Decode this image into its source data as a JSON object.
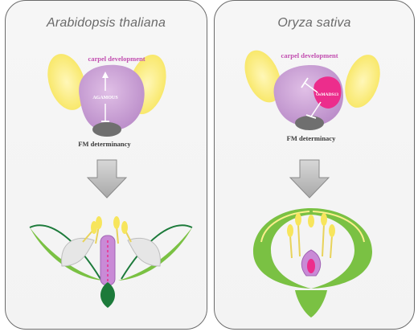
{
  "panels": {
    "left": {
      "title": "Arabidopsis thaliana",
      "carpel_label": "carpel development",
      "gene_label": "AGAMOUS",
      "fm_label": "FM determinancy"
    },
    "right": {
      "title": "Oryza sativa",
      "carpel_label": "carpel development",
      "gene_label": "OsMADS13",
      "fm_label": "FM determinacy"
    }
  },
  "colors": {
    "petal_yellow": "#fbef8c",
    "carpel_purple": "#cfa4d8",
    "gene_magenta": "#ec2d8c",
    "label_magenta": "#c24fb0",
    "meristem_gray": "#6f6f6f",
    "leaf_green": "#7ac143",
    "dark_green": "#1c7a3a",
    "arrow_gray": "#9b9b9b"
  }
}
